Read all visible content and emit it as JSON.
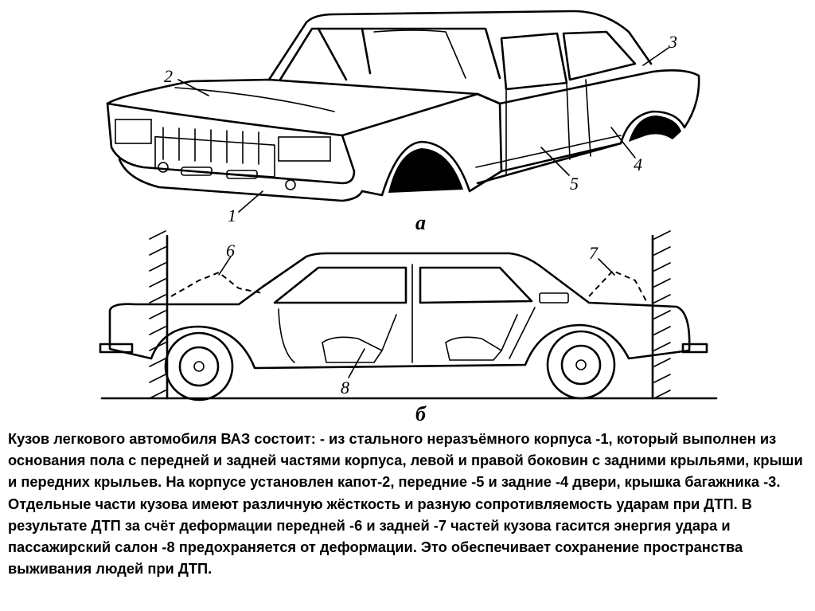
{
  "figure": {
    "top_view_caption": "а",
    "side_view_caption": "б",
    "labels": {
      "body_shell": "1",
      "hood": "2",
      "trunk_lid": "3",
      "rear_door": "4",
      "front_door": "5",
      "front_crumple_zone": "6",
      "rear_crumple_zone": "7",
      "passenger_cabin": "8"
    }
  },
  "caption": {
    "text": "Кузов легкового автомобиля ВАЗ состоит: - из стального  неразъёмного  корпуса -1, который выполнен из основания пола с передней и задней частями корпуса, левой и правой боковин с задними крыльями, крыши и передних крыльев. На корпусе установлен капот-2, передние -5 и задние -4 двери, крышка багажника -3. Отдельные части кузова имеют различную жёсткость и разную сопротивляемость ударам при ДТП. В результате ДТП за счёт деформации передней -6 и задней -7 частей кузова гасится энергия удара и пассажирский салон -8 предохраняется от деформации. Это обеспечивает сохранение пространства выживания людей при ДТП."
  }
}
